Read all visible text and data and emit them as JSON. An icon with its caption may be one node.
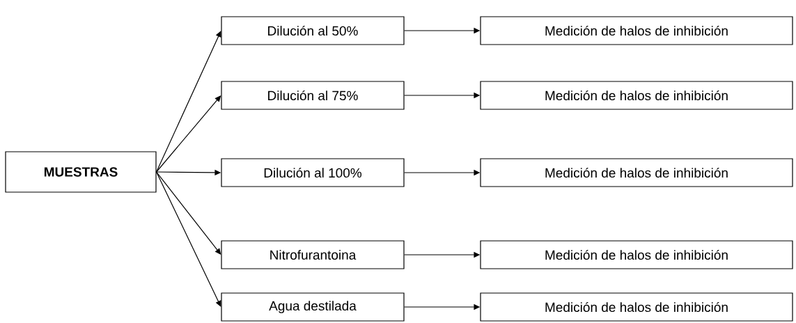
{
  "diagram": {
    "nodes": [
      {
        "text": [
          "MUESTRAS"
        ]
      },
      {
        "text": [
          "Dilución al 50%"
        ]
      },
      {
        "text": [
          "Dilución al 75%"
        ]
      },
      {
        "text": [
          "Dilución al 100%"
        ]
      },
      {
        "text": [
          "Nitrofurantoina"
        ]
      },
      {
        "text": [
          "Agua destilada"
        ]
      },
      {
        "text": [
          "Medición de halos de inhibición"
        ]
      },
      {
        "text": [
          "Medición de halos de inhibición"
        ]
      },
      {
        "text": [
          "Medición de halos de inhibición"
        ]
      },
      {
        "text": [
          "Medición de halos de inhibición"
        ]
      },
      {
        "text": [
          "Medición de halos de inhibición"
        ]
      }
    ],
    "edges": [
      {
        "from": 0,
        "to": 1,
        "arrow": "to"
      },
      {
        "from": 0,
        "to": 2,
        "arrow": "to"
      },
      {
        "from": 0,
        "to": 3,
        "arrow": "to"
      },
      {
        "from": 0,
        "to": 4,
        "arrow": "to"
      },
      {
        "from": 0,
        "to": 5,
        "arrow": "to"
      },
      {
        "from": 1,
        "to": 6,
        "arrow": "to"
      },
      {
        "from": 2,
        "to": 7,
        "arrow": "to"
      },
      {
        "from": 3,
        "to": 8,
        "arrow": "to"
      },
      {
        "from": 4,
        "to": 9,
        "arrow": "to"
      },
      {
        "from": 5,
        "to": 10,
        "arrow": "to"
      }
    ]
  }
}
